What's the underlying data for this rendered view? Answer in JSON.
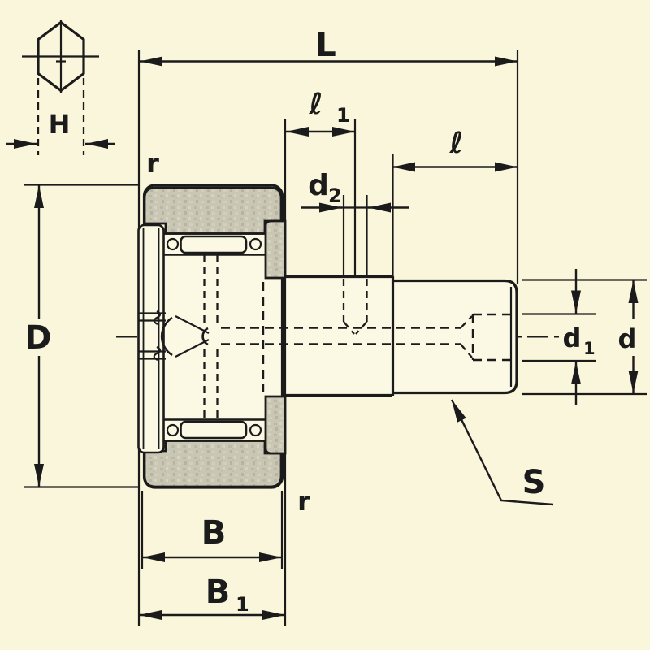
{
  "drawing": {
    "description": "cam-follower-bearing-cross-section",
    "colors": {
      "background": "#faf6db",
      "line": "#1b1b1b",
      "metal_fill": "#c9c6b3",
      "part_fill": "#fbf8e3"
    },
    "labels": {
      "L": "L",
      "l1_main": "ℓ",
      "l1_sub": "1",
      "l": "ℓ",
      "d2_main": "d",
      "d2_sub": "2",
      "H": "H",
      "r_top": "r",
      "r_bottom": "r",
      "D": "D",
      "d1_main": "d",
      "d1_sub": "1",
      "d": "d",
      "B": "B",
      "B1_main": "B",
      "B1_sub": "1",
      "S": "S"
    }
  }
}
